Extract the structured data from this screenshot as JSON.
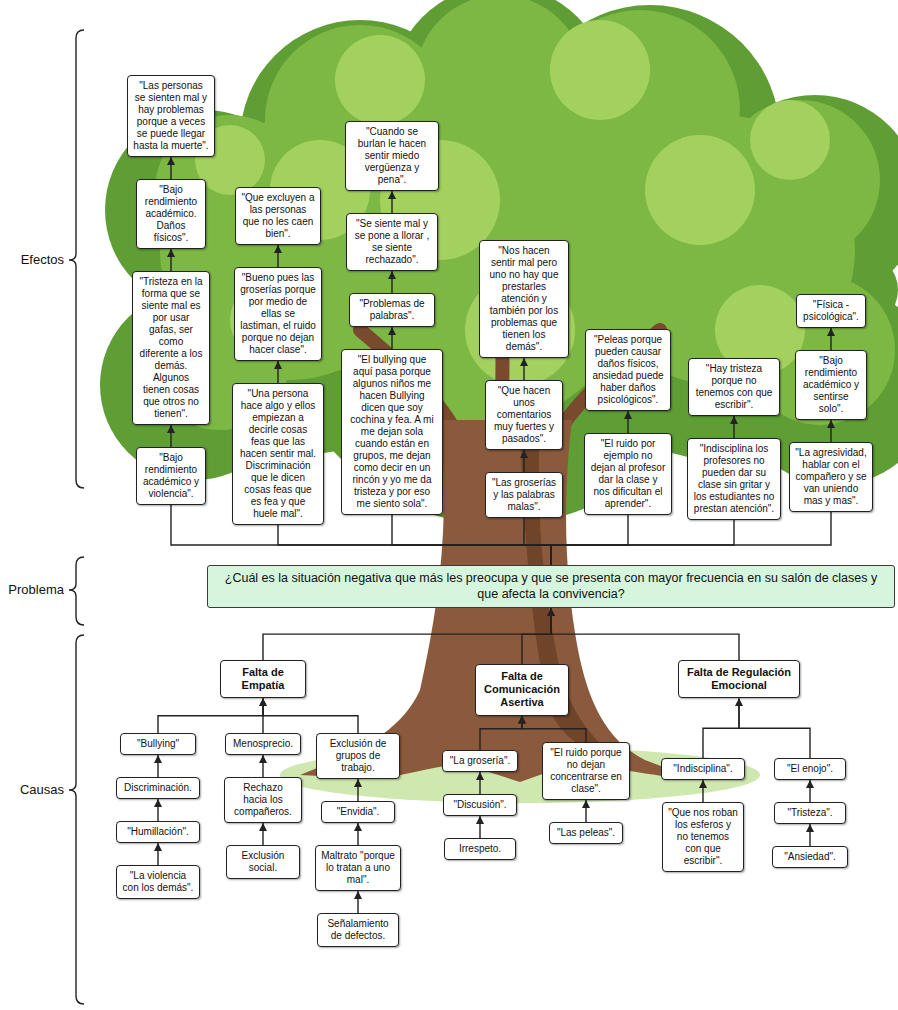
{
  "diagram": {
    "nodes": [
      {
        "text": [
          "\"Las personas se sienten mal y hay problemas porque a veces se puede llegar hasta la muerte\"."
        ]
      },
      {
        "text": [
          "\"Bajo rendimiento académico. Daños físicos\"."
        ]
      },
      {
        "text": [
          "\"Tristeza en la forma que se siente mal es por usar gafas, ser como diferente a los demás. Algunos tienen cosas que otros no tienen\"."
        ]
      },
      {
        "text": [
          "\"Bajo rendimiento académico y violencia\"."
        ]
      },
      {
        "text": [
          "\"Que excluyen a las personas que no les caen bien\"."
        ]
      },
      {
        "text": [
          "\"Bueno pues las groserías porque por medio de ellas se lastiman, el ruido porque no dejan hacer clase\"."
        ]
      },
      {
        "text": [
          "\"Una persona hace algo y ellos empiezan a decirle cosas feas que las hacen sentir mal. Discriminación que le dicen cosas feas que es fea y que huele mal\"."
        ]
      },
      {
        "text": [
          "\"Cuando se burlan le hacen sentir miedo vergüenza y pena\"."
        ]
      },
      {
        "text": [
          "\"Se siente mal y se pone a llorar , se siente rechazado\"."
        ]
      },
      {
        "text": [
          "\"Problemas de palabras\"."
        ]
      },
      {
        "text": [
          "\"El bullying que aquí pasa porque algunos niños me hacen Bullying dicen que soy cochina y fea. A mi me dejan sola cuando están en grupos, me dejan como decir en un rincón y yo me da tristeza y por eso me siento sola\"."
        ]
      },
      {
        "text": [
          "\"Nos hacen sentir mal pero uno no hay que prestarles atención y también por los problemas que tienen los demás\"."
        ]
      },
      {
        "text": [
          "\"Que hacen unos comentarios muy fuertes y pasados\"."
        ]
      },
      {
        "text": [
          "\"Las groserías y las palabras malas\"."
        ]
      },
      {
        "text": [
          "\"Peleas porque pueden causar daños físicos, ansiedad puede haber daños psicológicos\"."
        ]
      },
      {
        "text": [
          "\"El ruido por ejemplo no dejan al profesor dar la clase y nos dificultan el aprender\"."
        ]
      },
      {
        "text": [
          "\"Hay tristeza porque no tenemos con que escribir\"."
        ]
      },
      {
        "text": [
          "\"Indisciplina los profesores no pueden dar su clase sin gritar y los estudiantes no prestan atención\"."
        ]
      },
      {
        "text": [
          "\"Física - psicológica\"."
        ]
      },
      {
        "text": [
          "\"Bajo rendimiento académico y sentirse solo\"."
        ]
      },
      {
        "text": [
          "\"La agresividad, hablar con el compañero y se van uniendo mas y mas\"."
        ]
      },
      {
        "text": [
          "¿Cuál es la situación negativa que más les preocupa y que se presenta con mayor frecuencia en su salón de clases y que afecta la convivencia?"
        ]
      },
      {
        "text": [
          "Falta de Empatía"
        ]
      },
      {
        "text": [
          "Falta de Comunicación Asertiva"
        ]
      },
      {
        "text": [
          "Falta de Regulación Emocional"
        ]
      },
      {
        "text": [
          "\"Bullying\""
        ]
      },
      {
        "text": [
          "Discriminación."
        ]
      },
      {
        "text": [
          "\"Humillación\"."
        ]
      },
      {
        "text": [
          "\"La violencia con los demás\"."
        ]
      },
      {
        "text": [
          "Menosprecio."
        ]
      },
      {
        "text": [
          "Rechazo hacia los compañeros."
        ]
      },
      {
        "text": [
          "Exclusión social."
        ]
      },
      {
        "text": [
          "Exclusión de grupos de trabajo."
        ]
      },
      {
        "text": [
          "\"Envidia\"."
        ]
      },
      {
        "text": [
          "Maltrato \"porque lo tratan a uno mal\"."
        ]
      },
      {
        "text": [
          "Señalamiento de defectos."
        ]
      },
      {
        "text": [
          "\"La grosería\"."
        ]
      },
      {
        "text": [
          "\"Discusión\"."
        ]
      },
      {
        "text": [
          "Irrespeto."
        ]
      },
      {
        "text": [
          "\"El ruido porque no dejan concentrarse en clase\"."
        ]
      },
      {
        "text": [
          "\"Las peleas\"."
        ]
      },
      {
        "text": [
          "\"Indisciplina\"."
        ]
      },
      {
        "text": [
          "\"Que nos roban los esferos y no tenemos con que escribir\"."
        ]
      },
      {
        "text": [
          "\"El enojo\"."
        ]
      },
      {
        "text": [
          "\"Tristeza\"."
        ]
      },
      {
        "text": [
          "\"Ansiedad\"."
        ]
      }
    ],
    "edges": [
      {
        "from": 3,
        "to": 2,
        "arrow": "to"
      },
      {
        "from": 2,
        "to": 1,
        "arrow": "to"
      },
      {
        "from": 1,
        "to": 0,
        "arrow": "to"
      },
      {
        "from": 6,
        "to": 5,
        "arrow": "to"
      },
      {
        "from": 5,
        "to": 4,
        "arrow": "to"
      },
      {
        "from": 10,
        "to": 9,
        "arrow": "to"
      },
      {
        "from": 9,
        "to": 8,
        "arrow": "to"
      },
      {
        "from": 8,
        "to": 7,
        "arrow": "to"
      },
      {
        "from": 13,
        "to": 12,
        "arrow": "to"
      },
      {
        "from": 12,
        "to": 11,
        "arrow": "to"
      },
      {
        "from": 15,
        "to": 14,
        "arrow": "to"
      },
      {
        "from": 17,
        "to": 16,
        "arrow": "to"
      },
      {
        "from": 20,
        "to": 19,
        "arrow": "to"
      },
      {
        "from": 19,
        "to": 18,
        "arrow": "to"
      },
      {
        "from": 21,
        "to": 3,
        "arrow": "none"
      },
      {
        "from": 21,
        "to": 6,
        "arrow": "none"
      },
      {
        "from": 21,
        "to": 10,
        "arrow": "none"
      },
      {
        "from": 21,
        "to": 13,
        "arrow": "none"
      },
      {
        "from": 21,
        "to": 15,
        "arrow": "none"
      },
      {
        "from": 21,
        "to": 17,
        "arrow": "none"
      },
      {
        "from": 21,
        "to": 20,
        "arrow": "none"
      },
      {
        "from": 22,
        "to": 21,
        "arrow": "to"
      },
      {
        "from": 23,
        "to": 21,
        "arrow": "to"
      },
      {
        "from": 24,
        "to": 21,
        "arrow": "to"
      },
      {
        "from": 25,
        "to": 22,
        "arrow": "to"
      },
      {
        "from": 29,
        "to": 22,
        "arrow": "to"
      },
      {
        "from": 32,
        "to": 22,
        "arrow": "to"
      },
      {
        "from": 26,
        "to": 25,
        "arrow": "to"
      },
      {
        "from": 27,
        "to": 26,
        "arrow": "to"
      },
      {
        "from": 28,
        "to": 27,
        "arrow": "to"
      },
      {
        "from": 30,
        "to": 29,
        "arrow": "to"
      },
      {
        "from": 31,
        "to": 30,
        "arrow": "to"
      },
      {
        "from": 33,
        "to": 32,
        "arrow": "to"
      },
      {
        "from": 34,
        "to": 33,
        "arrow": "to"
      },
      {
        "from": 35,
        "to": 34,
        "arrow": "to"
      },
      {
        "from": 36,
        "to": 23,
        "arrow": "to"
      },
      {
        "from": 39,
        "to": 23,
        "arrow": "to"
      },
      {
        "from": 37,
        "to": 36,
        "arrow": "to"
      },
      {
        "from": 38,
        "to": 37,
        "arrow": "to"
      },
      {
        "from": 40,
        "to": 39,
        "arrow": "to"
      },
      {
        "from": 41,
        "to": 24,
        "arrow": "to"
      },
      {
        "from": 43,
        "to": 24,
        "arrow": "to"
      },
      {
        "from": 42,
        "to": 41,
        "arrow": "to"
      },
      {
        "from": 44,
        "to": 43,
        "arrow": "to"
      },
      {
        "from": 45,
        "to": 44,
        "arrow": "to"
      }
    ],
    "labels": [
      "Efectos",
      "Problema",
      "Causas"
    ]
  }
}
